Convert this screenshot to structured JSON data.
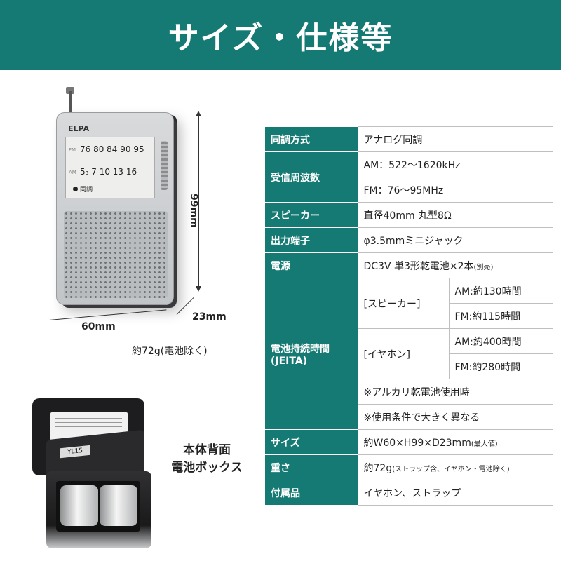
{
  "header": {
    "title": "サイズ・仕様等"
  },
  "product": {
    "logo": "ELPA",
    "dial": {
      "fm_band": "FM",
      "fm_scale": "76 80 84 90 95",
      "am_band": "AM",
      "am_scale": "5₃ 7 10 13 16",
      "tune_label": "同調"
    },
    "dimensions": {
      "height": "99mm",
      "width": "60mm",
      "depth": "23mm"
    },
    "weight_note": "約72g(電池除く)",
    "battery_box": {
      "model_label": "YL15",
      "caption_line1": "本体背面",
      "caption_line2": "電池ボックス"
    }
  },
  "specs": {
    "tuning": {
      "label": "同調方式",
      "value": "アナログ同調"
    },
    "frequency": {
      "label": "受信周波数",
      "am": "AM：522〜1620kHz",
      "fm": "FM：76〜95MHz"
    },
    "speaker": {
      "label": "スピーカー",
      "value": "直径40mm 丸型8Ω"
    },
    "output": {
      "label": "出力端子",
      "value": "φ3.5mmミニジャック"
    },
    "power": {
      "label": "電源",
      "value": "DC3V 単3形乾電池×2本",
      "note": "(別売)"
    },
    "battery_life": {
      "label_line1": "電池持続時間",
      "label_line2": "(JEITA)",
      "speaker_label": "[スピーカー]",
      "speaker_am": "AM:約130時間",
      "speaker_fm": "FM:約115時間",
      "earphone_label": "[イヤホン]",
      "earphone_am": "AM:約400時間",
      "earphone_fm": "FM:約280時間",
      "note1": "※アルカリ乾電池使用時",
      "note2": "※使用条件で大きく異なる"
    },
    "size": {
      "label": "サイズ",
      "value": "約W60×H99×D23mm",
      "note": "(最大値)"
    },
    "weight": {
      "label": "重さ",
      "value": "約72g",
      "note": "(ストラップ含、イヤホン・電池除く)"
    },
    "accessories": {
      "label": "付属品",
      "value": "イヤホン、ストラップ"
    }
  },
  "colors": {
    "accent": "#157a73"
  }
}
